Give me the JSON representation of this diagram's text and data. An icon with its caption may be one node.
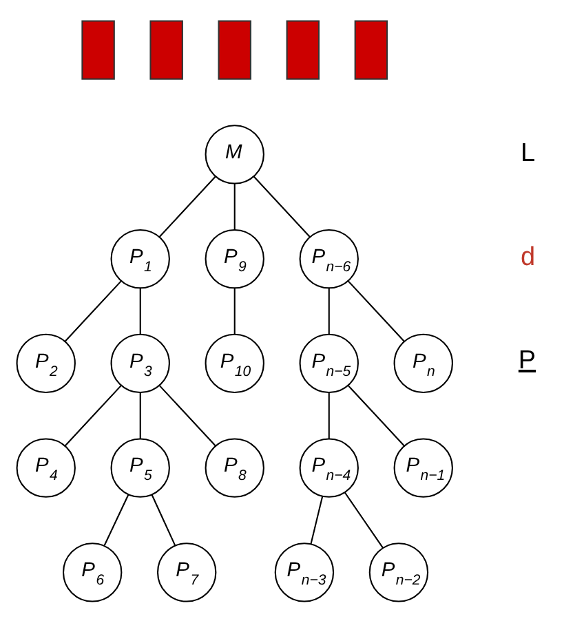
{
  "diagram": {
    "nodes": [
      {
        "text": [],
        "shape": "box"
      },
      {
        "text": [],
        "shape": "box"
      },
      {
        "text": [],
        "shape": "box"
      },
      {
        "text": [],
        "shape": "box"
      },
      {
        "text": [],
        "shape": "box"
      },
      {
        "text": [
          "M"
        ]
      },
      {
        "text": [
          "P$_{1}$"
        ]
      },
      {
        "text": [
          "P$_{9}$"
        ]
      },
      {
        "text": [
          "P$_{n−6}$"
        ]
      },
      {
        "text": [
          "P$_{2}$"
        ]
      },
      {
        "text": [
          "P$_{3}$"
        ]
      },
      {
        "text": [
          "P$_{10}$"
        ]
      },
      {
        "text": [
          "P$_{n−5}$"
        ]
      },
      {
        "text": [
          "P$_{n}$"
        ]
      },
      {
        "text": [
          "P$_{4}$"
        ]
      },
      {
        "text": [
          "P$_{5}$"
        ]
      },
      {
        "text": [
          "P$_{8}$"
        ]
      },
      {
        "text": [
          "P$_{n−4}$"
        ]
      },
      {
        "text": [
          "P$_{n−1}$"
        ]
      },
      {
        "text": [
          "P$_{6}$"
        ]
      },
      {
        "text": [
          "P$_{7}$"
        ]
      },
      {
        "text": [
          "P$_{n−3}$"
        ]
      },
      {
        "text": [
          "P$_{n−2}$"
        ]
      }
    ],
    "edges": [
      {
        "from": 5,
        "to": 6,
        "arrow": "none"
      },
      {
        "from": 5,
        "to": 7,
        "arrow": "none"
      },
      {
        "from": 5,
        "to": 8,
        "arrow": "none"
      },
      {
        "from": 6,
        "to": 9,
        "arrow": "none"
      },
      {
        "from": 6,
        "to": 10,
        "arrow": "none"
      },
      {
        "from": 7,
        "to": 11,
        "arrow": "none"
      },
      {
        "from": 8,
        "to": 12,
        "arrow": "none"
      },
      {
        "from": 8,
        "to": 13,
        "arrow": "none"
      },
      {
        "from": 10,
        "to": 14,
        "arrow": "none"
      },
      {
        "from": 10,
        "to": 15,
        "arrow": "none"
      },
      {
        "from": 10,
        "to": 16,
        "arrow": "none"
      },
      {
        "from": 12,
        "to": 17,
        "arrow": "none"
      },
      {
        "from": 12,
        "to": 18,
        "arrow": "none"
      },
      {
        "from": 15,
        "to": 19,
        "arrow": "none"
      },
      {
        "from": 15,
        "to": 20,
        "arrow": "none"
      },
      {
        "from": 17,
        "to": 21,
        "arrow": "none"
      },
      {
        "from": 17,
        "to": 22,
        "arrow": "none"
      }
    ],
    "labels": [
      "L",
      "d",
      "P"
    ]
  }
}
